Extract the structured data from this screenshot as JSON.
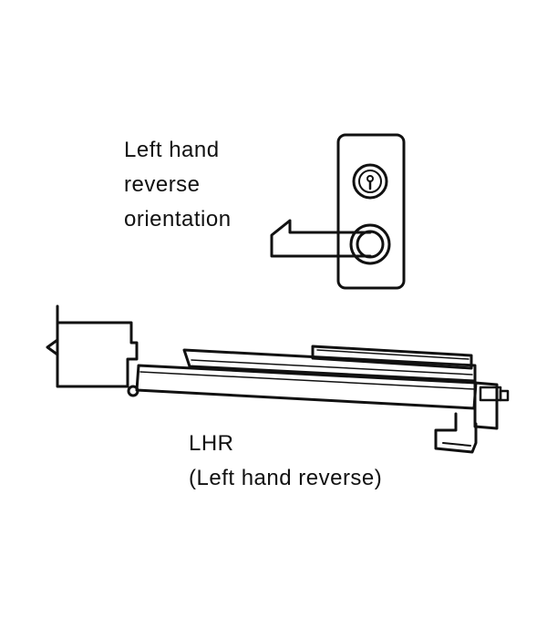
{
  "orientation_label": [
    "Left hand",
    "reverse",
    "orientation"
  ],
  "code_label": "LHR",
  "code_description": "(Left hand reverse)",
  "colors": {
    "line": "#111111",
    "background": "#ffffff"
  },
  "icons": [
    "key-cylinder-icon",
    "lever-handle-icon"
  ]
}
